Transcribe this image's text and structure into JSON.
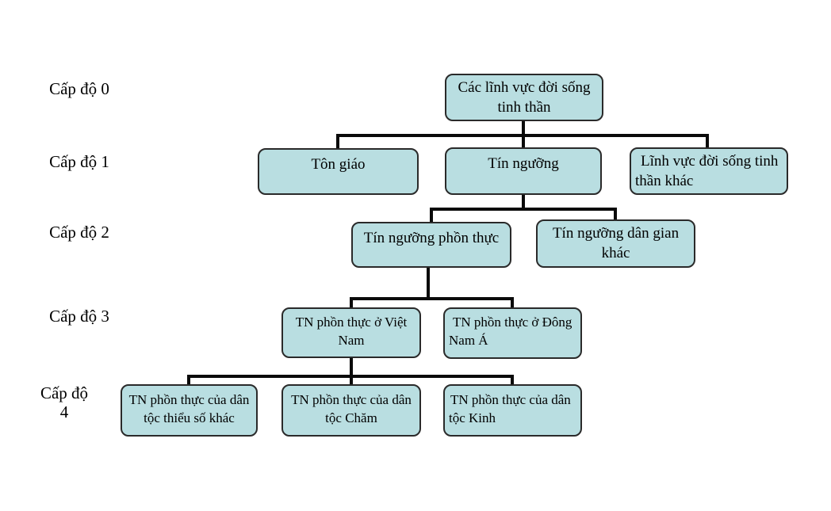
{
  "diagram": {
    "type": "tree",
    "description": "Hierarchy of spiritual life domains (Vietnamese), levels 0-4",
    "level_labels": [
      "Cấp độ 0",
      "Cấp độ 1",
      "Cấp độ 2",
      "Cấp độ 3",
      "Cấp độ 4"
    ],
    "nodes": {
      "root": "Các lĩnh vực đời sống tinh thần",
      "ton_giao": "Tôn giáo",
      "tin_nguong": "Tín ngưỡng",
      "linh_vuc_khac": "Lĩnh vực đời sống tinh thần khác",
      "phon_thuc": "Tín ngưỡng phồn thực",
      "dan_gian_khac": "Tín ngưỡng dân gian khác",
      "viet_nam": "TN phồn thực ở Việt Nam",
      "dong_nam_a": "TN phồn thực ở Đông Nam Á",
      "thieu_so_khac": "TN phồn thực của dân tộc thiểu số khác",
      "cham": "TN phồn thực của dân tộc Chăm",
      "kinh": "TN phồn thực của dân tộc Kinh"
    },
    "edges": [
      {
        "from": "root",
        "to": [
          "ton_giao",
          "tin_nguong",
          "linh_vuc_khac"
        ]
      },
      {
        "from": "tin_nguong",
        "to": [
          "phon_thuc",
          "dan_gian_khac"
        ]
      },
      {
        "from": "phon_thuc",
        "to": [
          "viet_nam",
          "dong_nam_a"
        ]
      },
      {
        "from": "viet_nam",
        "to": [
          "thieu_so_khac",
          "cham",
          "kinh"
        ]
      }
    ],
    "colors": {
      "node_fill": "#b9dee1",
      "node_border": "#2a2a2a",
      "connector": "#0a0a0a",
      "text": "#000000"
    }
  }
}
